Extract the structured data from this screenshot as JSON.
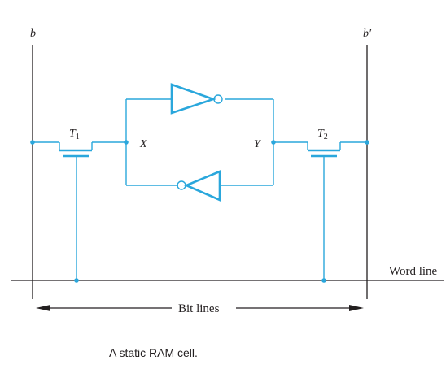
{
  "labels": {
    "bit_line_left": "b",
    "bit_line_right": "b′",
    "transistor_1": "T",
    "transistor_1_sub": "1",
    "transistor_2": "T",
    "transistor_2_sub": "2",
    "node_x": "X",
    "node_y": "Y",
    "word_line": "Word line",
    "bit_lines": "Bit lines"
  },
  "caption": "A static RAM cell.",
  "colors": {
    "wire_blue": "#2aa7dc",
    "wire_black": "#231f20"
  }
}
